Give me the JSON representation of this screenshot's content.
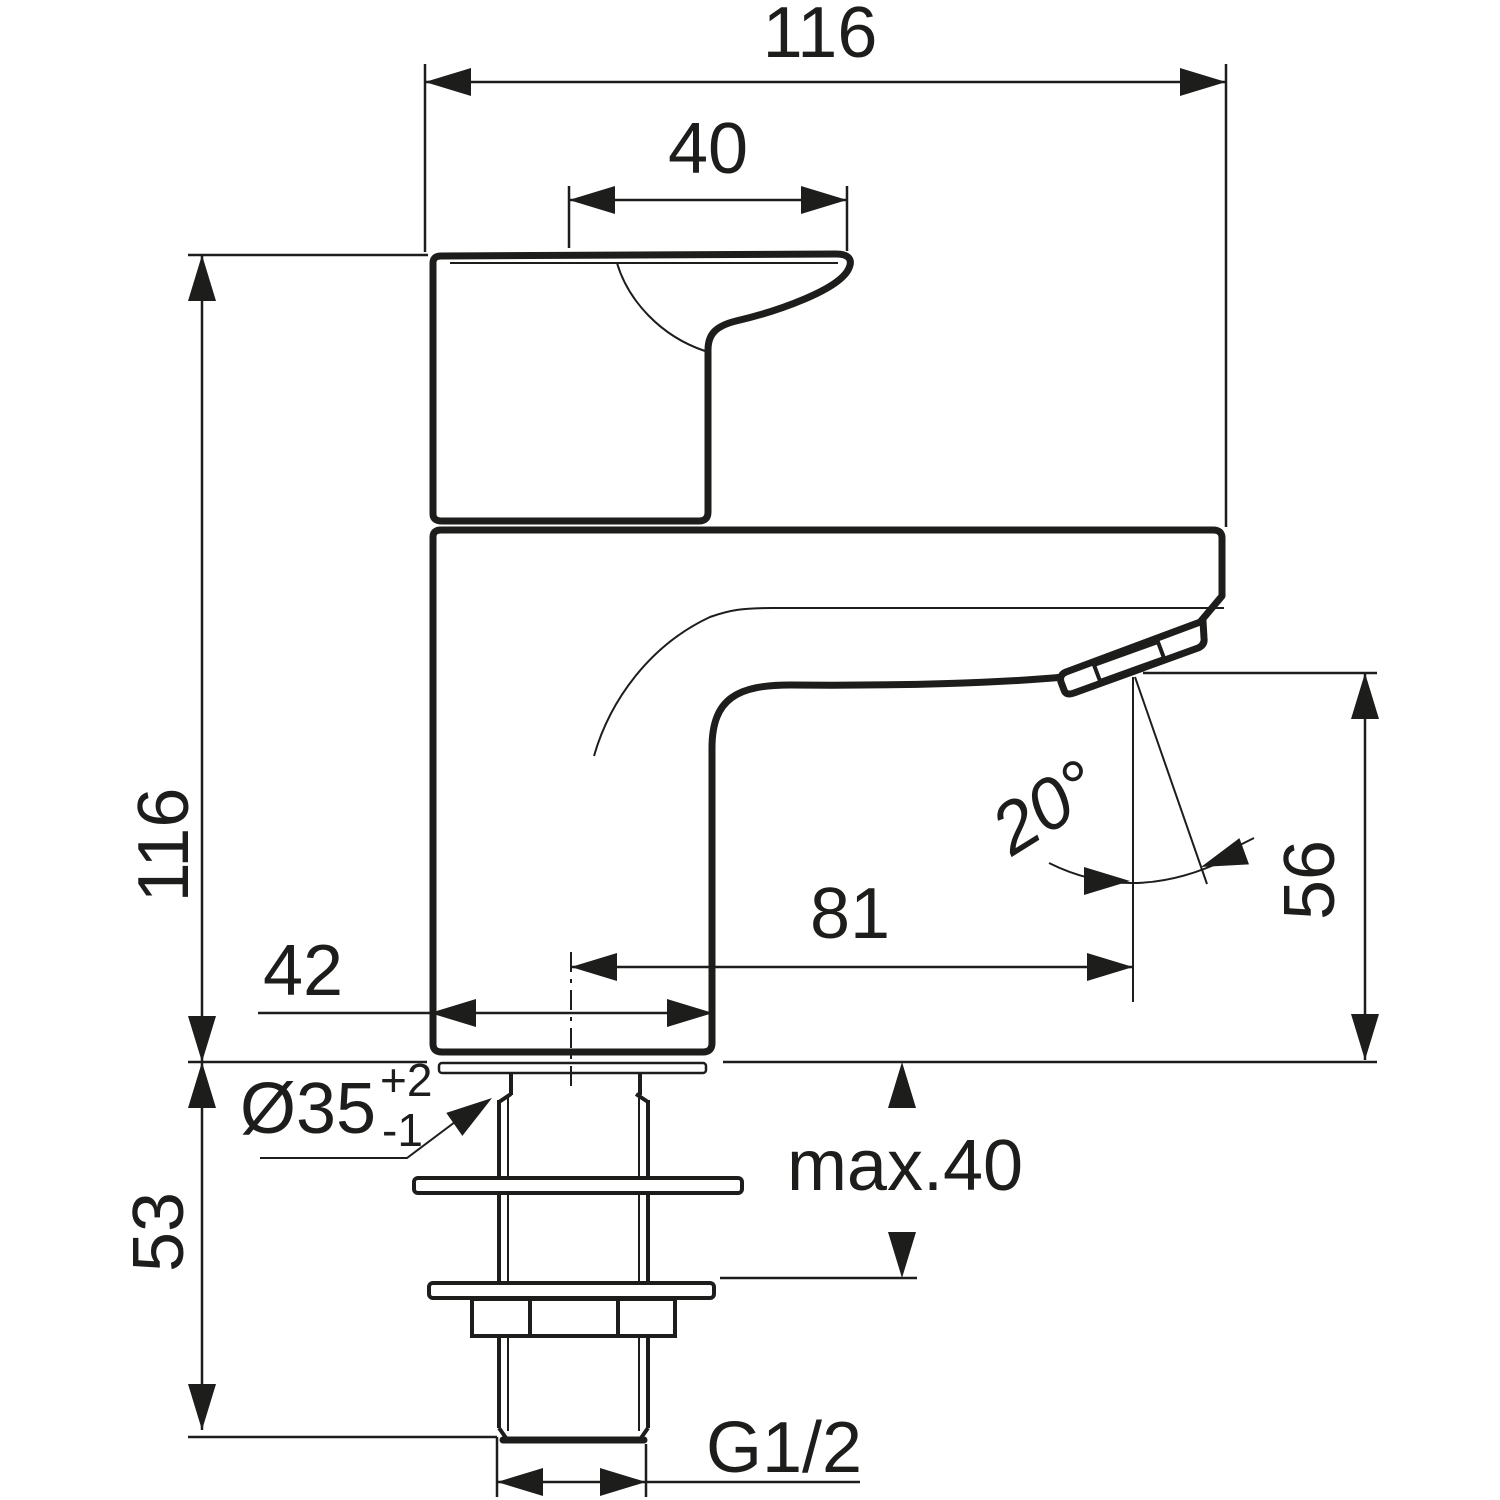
{
  "colors": {
    "ink": "#1d1d1b",
    "background": "#ffffff"
  },
  "dimensions": {
    "total_width": "116",
    "handle_depth": "40",
    "height": "116",
    "base_width": "42",
    "spout_reach": "81",
    "spout_angle": "20°",
    "spout_height": "56",
    "hole_diameter": "Ø35",
    "hole_tolerance_plus": "+2",
    "hole_tolerance_minus": "-1",
    "max_deck_thickness": "max.40",
    "shank_length": "53",
    "thread_size": "G1/2"
  }
}
